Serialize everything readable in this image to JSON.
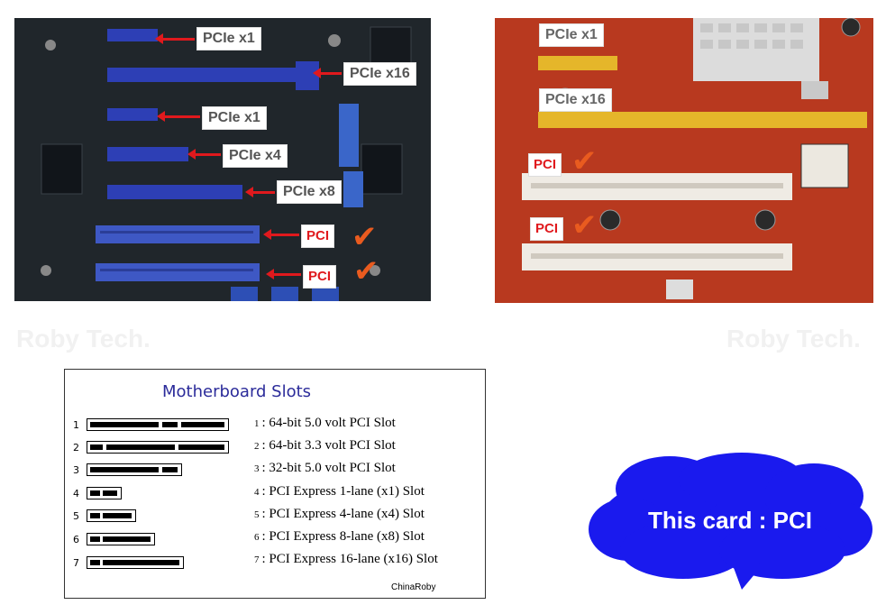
{
  "left_photo": {
    "labels": {
      "pcie_x1_top": "PCIe x1",
      "pcie_x16": "PCIe x16",
      "pcie_x1_mid": "PCIe x1",
      "pcie_x4": "PCIe x4",
      "pcie_x8": "PCIe x8",
      "pci_1": "PCI",
      "pci_2": "PCI"
    }
  },
  "right_photo": {
    "labels": {
      "pcie_x1": "PCIe x1",
      "pcie_x16": "PCIe x16",
      "pci_1": "PCI",
      "pci_2": "PCI"
    }
  },
  "watermark": {
    "left": "Roby Tech.",
    "right": "Roby Tech."
  },
  "diagram": {
    "title": "Motherboard Slots",
    "rows": [
      {
        "num": "1",
        "idx": "1",
        "text": ": 64-bit 5.0 volt PCI Slot"
      },
      {
        "num": "2",
        "idx": "2",
        "text": ": 64-bit 3.3 volt PCI Slot"
      },
      {
        "num": "3",
        "idx": "3",
        "text": ": 32-bit 5.0 volt PCI Slot"
      },
      {
        "num": "4",
        "idx": "4",
        "text": ": PCI Express 1-lane (x1) Slot"
      },
      {
        "num": "5",
        "idx": "5",
        "text": ": PCI Express 4-lane (x4) Slot"
      },
      {
        "num": "6",
        "idx": "6",
        "text": ": PCI Express 8-lane (x8) Slot"
      },
      {
        "num": "7",
        "idx": "7",
        "text": ": PCI Express 16-lane (x16) Slot"
      }
    ],
    "credit": "ChinaRoby"
  },
  "callout": {
    "text": "This card : PCI",
    "color": "#1a1aee"
  },
  "colors": {
    "arrow": "#e0191d",
    "check": "#e95b1f",
    "pcie_slot_blue": "#2d3fb5",
    "pcie_slot_yellow": "#e5b62a"
  }
}
